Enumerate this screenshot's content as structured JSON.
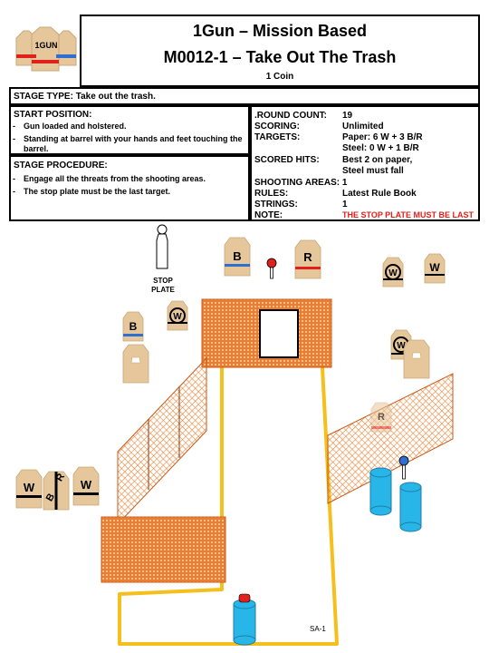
{
  "header": {
    "logo_text": "1GUN",
    "title_line1": "1Gun – Mission Based",
    "title_line2": "M0012-1 – Take Out The Trash",
    "subtitle": "1 Coin"
  },
  "stage_type": "STAGE TYPE: Take out the trash.",
  "start_position": {
    "heading": "START POSITION:",
    "items": [
      "Gun loaded and holstered.",
      "Standing at barrel with your hands and feet touching the barrel."
    ]
  },
  "stage_procedure": {
    "heading": "STAGE PROCEDURE:",
    "items": [
      "Engage all the threats from the shooting areas.",
      "The stop plate must be the last target."
    ]
  },
  "details": {
    "round_count_label": ".ROUND COUNT:",
    "round_count_value": "19",
    "scoring_label": "SCORING:",
    "scoring_value": "Unlimited",
    "targets_label": "TARGETS:",
    "targets_paper": "Paper: 6 W + 3 B/R",
    "targets_steel": "Steel:  0 W + 1 B/R",
    "scored_hits_label": "SCORED HITS:",
    "scored_hits_line1": "Best 2 on paper,",
    "scored_hits_line2": "Steel must fall",
    "shooting_areas_label": "SHOOTING AREAS: 1",
    "rules_label": "RULES:",
    "rules_value": "Latest Rule Book",
    "strings_label": "STRINGS:",
    "strings_value": "1",
    "note_label": "NOTE:",
    "note_value": "THE STOP PLATE MUST BE LAST"
  },
  "diagram": {
    "stop_plate_label_line1": "STOP",
    "stop_plate_label_line2": "PLATE",
    "shooting_area_label": "SA-1",
    "target_letters": {
      "b": "B",
      "r": "R",
      "w": "W"
    },
    "colors": {
      "wall_orange": "#f07b2a",
      "course_yellow": "#f5bf1c",
      "target_tan": "#e6c79b",
      "barrel_blue": "#28b5e8",
      "no_shoot_red": "#e0201b",
      "blue_stripe": "#2e6fd0",
      "note_red": "#e0201b"
    }
  }
}
